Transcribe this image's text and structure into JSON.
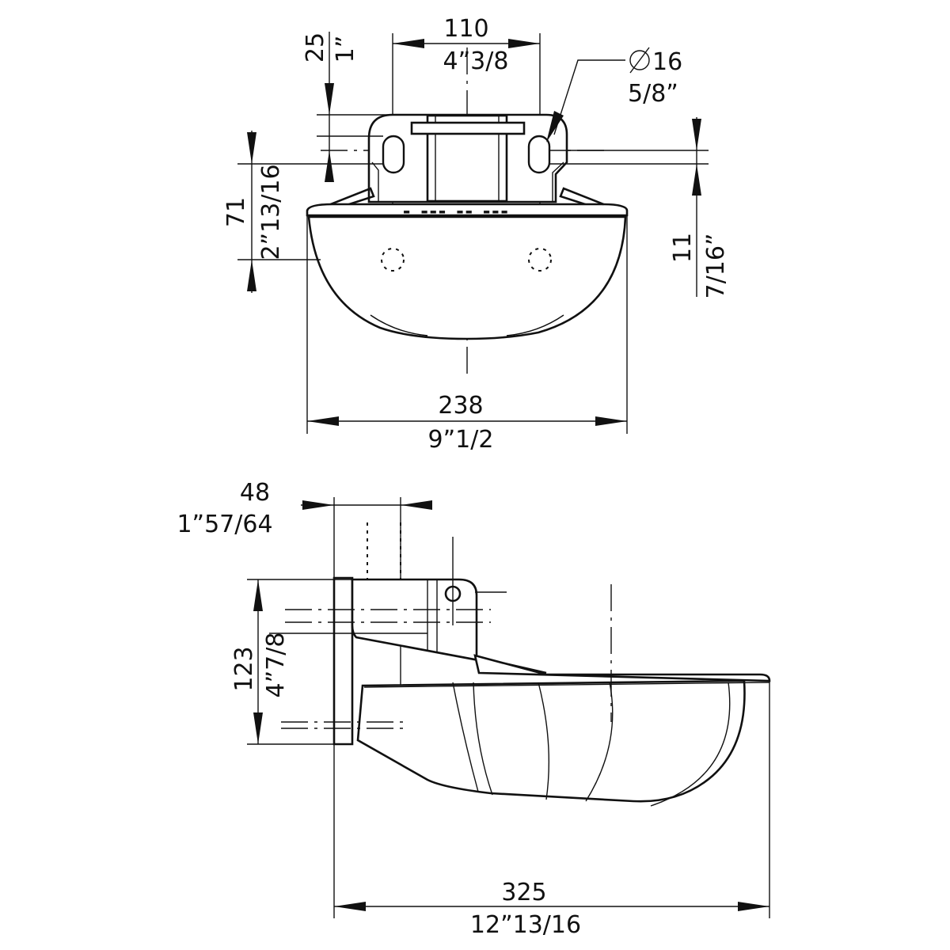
{
  "drawing": {
    "top_view": {
      "dimensions": {
        "bolt_spacing": {
          "metric": "110",
          "imperial": "4ˮ3/8"
        },
        "hole_diameter": {
          "symbol": "∅",
          "metric": "16",
          "imperial": "5/8ˮ"
        },
        "bracket_offset": {
          "metric": "25",
          "imperial": "1ˮ"
        },
        "hole_height": {
          "metric": "71",
          "imperial": "2ˮ13/16"
        },
        "slot_length": {
          "metric": "11",
          "imperial": "7/16ˮ"
        },
        "width": {
          "metric": "238",
          "imperial": "9ˮ1/2"
        }
      }
    },
    "side_view": {
      "dimensions": {
        "bracket_depth": {
          "metric": "48",
          "imperial": "1ˮ57/64"
        },
        "mount_height": {
          "metric": "123",
          "imperial": "4ˮ7/8"
        },
        "length": {
          "metric": "325",
          "imperial": "12ˮ13/16"
        }
      }
    }
  }
}
